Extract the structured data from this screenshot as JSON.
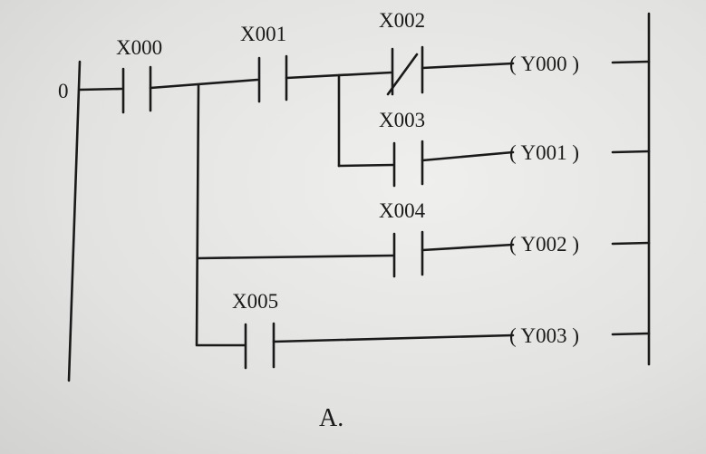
{
  "diagram": {
    "step_number": "0",
    "caption": "A.",
    "rungs": [
      {
        "contacts": [
          {
            "label": "X000",
            "type": "NO"
          },
          {
            "label": "X001",
            "type": "NO"
          },
          {
            "label": "X002",
            "type": "NC"
          }
        ],
        "coil": "( Y000 )"
      },
      {
        "contacts": [
          {
            "label": "X003",
            "type": "NO"
          }
        ],
        "coil": "( Y001 )"
      },
      {
        "contacts": [
          {
            "label": "X004",
            "type": "NO"
          }
        ],
        "coil": "( Y002 )"
      },
      {
        "contacts": [
          {
            "label": "X005",
            "type": "NO"
          }
        ],
        "coil": "( Y003 )"
      }
    ]
  }
}
